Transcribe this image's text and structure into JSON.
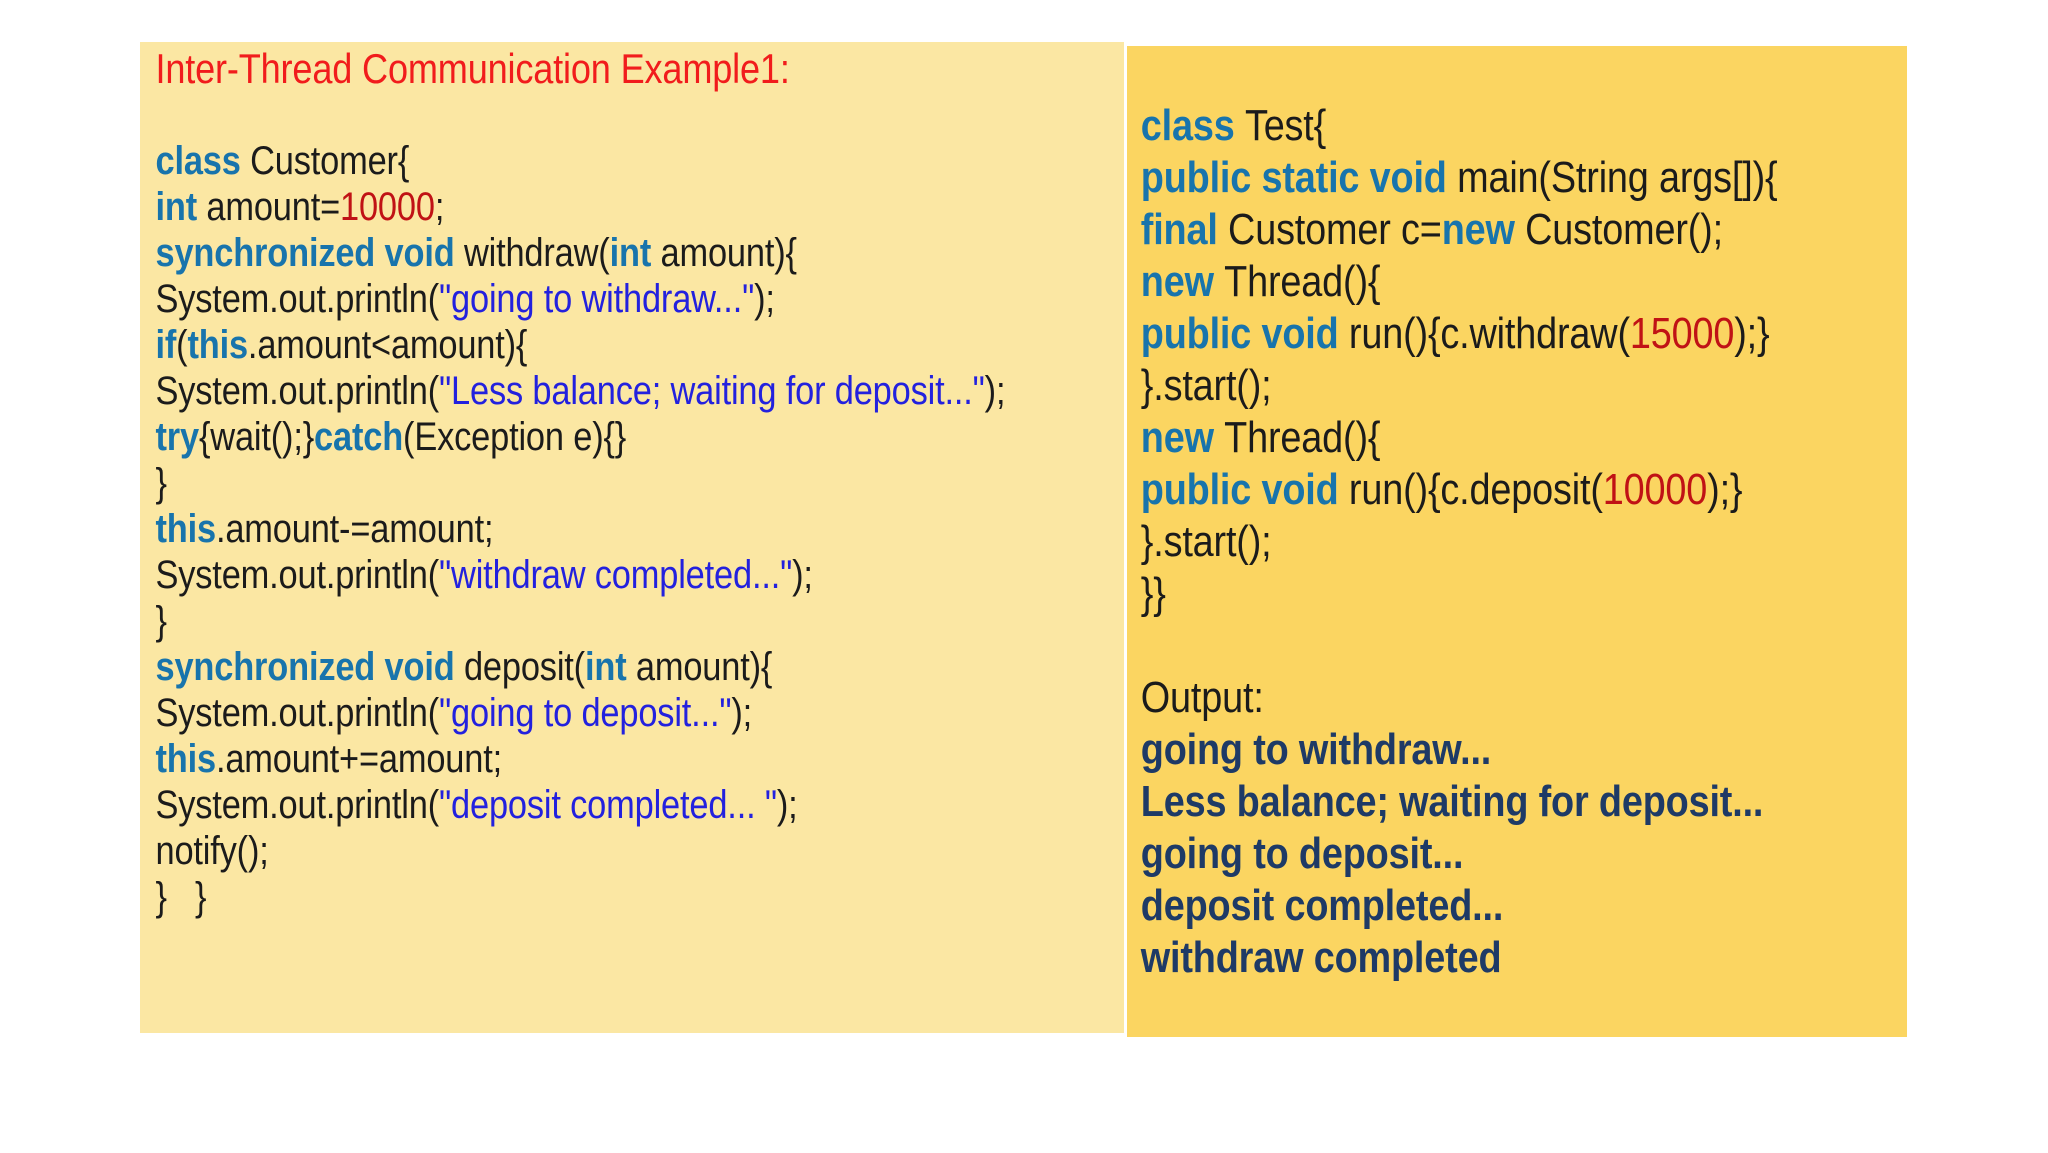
{
  "colors": {
    "page_bg": "#FFFFFF",
    "panel_left_bg": "#FBE7A3",
    "panel_right_bg": "#FBD561",
    "title": "#F11C1C",
    "keyword": "#1874AC",
    "code": "#1B1B1B",
    "string": "#2321DE",
    "number": "#C01215",
    "output": "#1E3A66"
  },
  "slide": {
    "left_panel": {
      "lines": [
        {
          "name": "slide-title",
          "title": true,
          "segments": [
            {
              "t": "Inter-Thread Communication Example1:",
              "c": "title"
            }
          ]
        },
        {
          "segments": []
        },
        {
          "segments": [
            {
              "t": "class ",
              "c": "keyword",
              "b": true
            },
            {
              "t": "Customer{",
              "c": "code"
            }
          ]
        },
        {
          "segments": [
            {
              "t": "int ",
              "c": "keyword",
              "b": true
            },
            {
              "t": "amount=",
              "c": "code"
            },
            {
              "t": "10000",
              "c": "number"
            },
            {
              "t": ";",
              "c": "code"
            }
          ]
        },
        {
          "segments": [
            {
              "t": "synchronized void ",
              "c": "keyword",
              "b": true
            },
            {
              "t": "withdraw(",
              "c": "code"
            },
            {
              "t": "int ",
              "c": "keyword",
              "b": true
            },
            {
              "t": "amount){",
              "c": "code"
            }
          ]
        },
        {
          "segments": [
            {
              "t": "System.out.println(",
              "c": "code"
            },
            {
              "t": "\"going to withdraw...\"",
              "c": "string"
            },
            {
              "t": ");",
              "c": "code"
            }
          ]
        },
        {
          "segments": [
            {
              "t": "if",
              "c": "keyword",
              "b": true
            },
            {
              "t": "(",
              "c": "code"
            },
            {
              "t": "this",
              "c": "keyword",
              "b": true
            },
            {
              "t": ".amount<amount){",
              "c": "code"
            }
          ]
        },
        {
          "segments": [
            {
              "t": "System.out.println(",
              "c": "code"
            },
            {
              "t": "\"Less balance; waiting for deposit...\"",
              "c": "string"
            },
            {
              "t": ");",
              "c": "code"
            }
          ]
        },
        {
          "segments": [
            {
              "t": "try",
              "c": "keyword",
              "b": true
            },
            {
              "t": "{wait();}",
              "c": "code"
            },
            {
              "t": "catch",
              "c": "keyword",
              "b": true
            },
            {
              "t": "(Exception e){}",
              "c": "code"
            }
          ]
        },
        {
          "segments": [
            {
              "t": "}",
              "c": "code"
            }
          ]
        },
        {
          "segments": [
            {
              "t": "this",
              "c": "keyword",
              "b": true
            },
            {
              "t": ".amount-=amount;",
              "c": "code"
            }
          ]
        },
        {
          "segments": [
            {
              "t": "System.out.println(",
              "c": "code"
            },
            {
              "t": "\"withdraw completed...\"",
              "c": "string"
            },
            {
              "t": ");",
              "c": "code"
            }
          ]
        },
        {
          "segments": [
            {
              "t": "}",
              "c": "code"
            }
          ]
        },
        {
          "segments": [
            {
              "t": "synchronized void ",
              "c": "keyword",
              "b": true
            },
            {
              "t": "deposit(",
              "c": "code"
            },
            {
              "t": "int ",
              "c": "keyword",
              "b": true
            },
            {
              "t": "amount){",
              "c": "code"
            }
          ]
        },
        {
          "segments": [
            {
              "t": "System.out.println(",
              "c": "code"
            },
            {
              "t": "\"going to deposit...\"",
              "c": "string"
            },
            {
              "t": ");",
              "c": "code"
            }
          ]
        },
        {
          "segments": [
            {
              "t": "this",
              "c": "keyword",
              "b": true
            },
            {
              "t": ".amount+=amount;",
              "c": "code"
            }
          ]
        },
        {
          "segments": [
            {
              "t": "System.out.println(",
              "c": "code"
            },
            {
              "t": "\"deposit completed... \"",
              "c": "string"
            },
            {
              "t": ");",
              "c": "code"
            }
          ]
        },
        {
          "segments": [
            {
              "t": "notify();",
              "c": "code"
            }
          ]
        },
        {
          "segments": [
            {
              "t": "}   }",
              "c": "code"
            }
          ]
        }
      ]
    },
    "right_panel": {
      "lines": [
        {
          "segments": [
            {
              "t": "class ",
              "c": "keyword",
              "b": true
            },
            {
              "t": "Test{",
              "c": "code"
            }
          ]
        },
        {
          "segments": [
            {
              "t": "public static void ",
              "c": "keyword",
              "b": true
            },
            {
              "t": "main(String args[]){",
              "c": "code"
            }
          ]
        },
        {
          "segments": [
            {
              "t": "final ",
              "c": "keyword",
              "b": true
            },
            {
              "t": "Customer c=",
              "c": "code"
            },
            {
              "t": "new ",
              "c": "keyword",
              "b": true
            },
            {
              "t": "Customer();",
              "c": "code"
            }
          ]
        },
        {
          "segments": [
            {
              "t": "new ",
              "c": "keyword",
              "b": true
            },
            {
              "t": "Thread(){",
              "c": "code"
            }
          ]
        },
        {
          "segments": [
            {
              "t": "public void ",
              "c": "keyword",
              "b": true
            },
            {
              "t": "run(){c.withdraw(",
              "c": "code"
            },
            {
              "t": "15000",
              "c": "number"
            },
            {
              "t": ");}",
              "c": "code"
            }
          ]
        },
        {
          "segments": [
            {
              "t": "}.start();",
              "c": "code"
            }
          ]
        },
        {
          "segments": [
            {
              "t": "new ",
              "c": "keyword",
              "b": true
            },
            {
              "t": "Thread(){",
              "c": "code"
            }
          ]
        },
        {
          "segments": [
            {
              "t": "public void ",
              "c": "keyword",
              "b": true
            },
            {
              "t": "run(){c.deposit(",
              "c": "code"
            },
            {
              "t": "10000",
              "c": "number"
            },
            {
              "t": ");}",
              "c": "code"
            }
          ]
        },
        {
          "segments": [
            {
              "t": "}.start();",
              "c": "code"
            }
          ]
        },
        {
          "segments": [
            {
              "t": "}}",
              "c": "code"
            }
          ]
        },
        {
          "segments": []
        },
        {
          "name": "output-label",
          "segments": [
            {
              "t": "Output:",
              "c": "code"
            }
          ]
        },
        {
          "name": "output-line",
          "segments": [
            {
              "t": "going to withdraw...",
              "c": "output",
              "b": true
            }
          ]
        },
        {
          "name": "output-line",
          "segments": [
            {
              "t": "Less balance; waiting for deposit...",
              "c": "output",
              "b": true
            }
          ]
        },
        {
          "name": "output-line",
          "segments": [
            {
              "t": "going to deposit...",
              "c": "output",
              "b": true
            }
          ]
        },
        {
          "name": "output-line",
          "segments": [
            {
              "t": "deposit completed...",
              "c": "output",
              "b": true
            }
          ]
        },
        {
          "name": "output-line",
          "segments": [
            {
              "t": "withdraw completed",
              "c": "output",
              "b": true
            }
          ]
        }
      ]
    }
  }
}
